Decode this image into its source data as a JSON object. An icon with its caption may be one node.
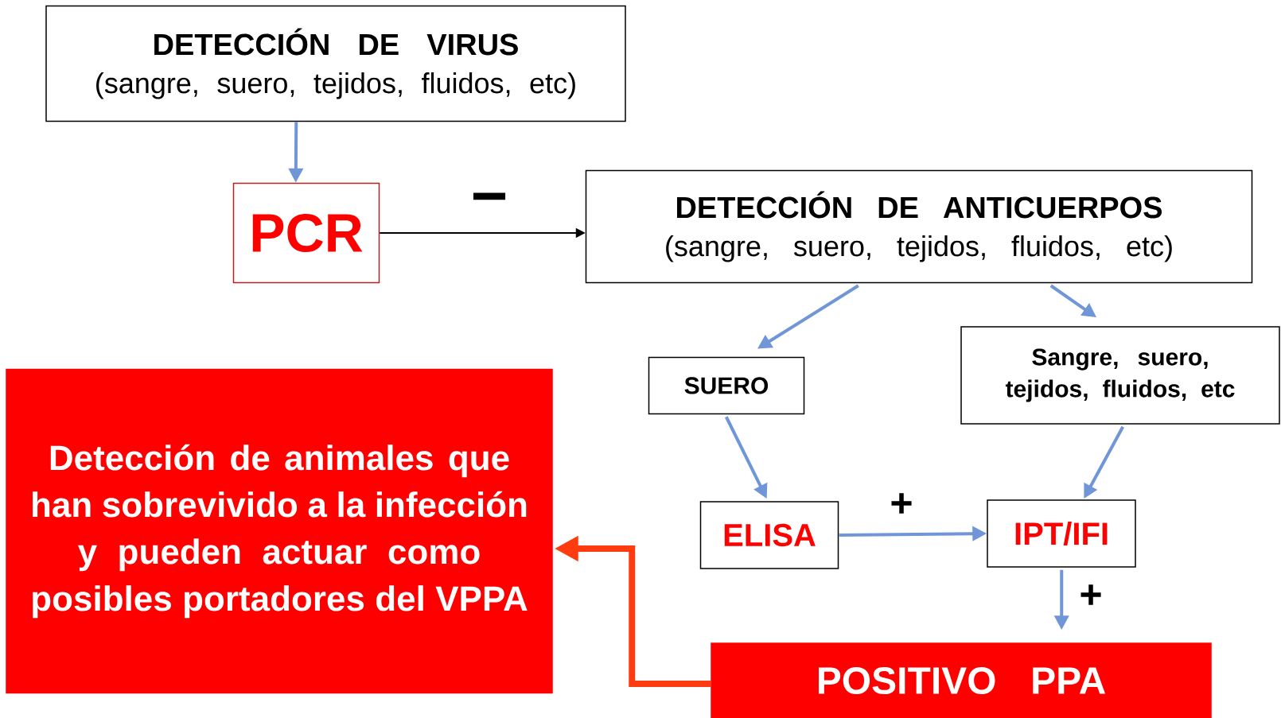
{
  "diagram": {
    "nodes": [
      {
        "text": [
          "DETECCIÓN DE VIRUS",
          "(sangre, suero, tejidos, fluidos, etc)"
        ]
      },
      {
        "text": [
          "PCR"
        ]
      },
      {
        "text": [
          "DETECCIÓN DE ANTICUERPOS",
          "(sangre, suero, tejidos, fluidos, etc)"
        ]
      },
      {
        "text": [
          "SUERO"
        ]
      },
      {
        "text": [
          "Sangre, suero, tejidos, fluidos, etc"
        ]
      },
      {
        "text": [
          "ELISA"
        ]
      },
      {
        "text": [
          "IPT/IFI"
        ]
      },
      {
        "text": [
          "POSITIVO PPA"
        ]
      },
      {
        "text": [
          "Detección de animales que han sobrevivido a la infección y pueden actuar como posibles portadores del VPPA"
        ]
      }
    ],
    "edges": [
      {
        "from": 0,
        "to": 1,
        "arrow": "to"
      },
      {
        "from": 1,
        "to": 2,
        "arrow": "to",
        "label": "−",
        "color": "#000000"
      },
      {
        "from": 2,
        "to": 3,
        "arrow": "to"
      },
      {
        "from": 2,
        "to": 4,
        "arrow": "to"
      },
      {
        "from": 3,
        "to": 5,
        "arrow": "to"
      },
      {
        "from": 4,
        "to": 6,
        "arrow": "to"
      },
      {
        "from": 5,
        "to": 6,
        "arrow": "to",
        "label": "+"
      },
      {
        "from": 6,
        "to": 7,
        "arrow": "to",
        "label": "+"
      },
      {
        "from": 7,
        "to": 8,
        "arrow": "to",
        "style": "thick",
        "color": "#ff3c0f"
      }
    ]
  }
}
